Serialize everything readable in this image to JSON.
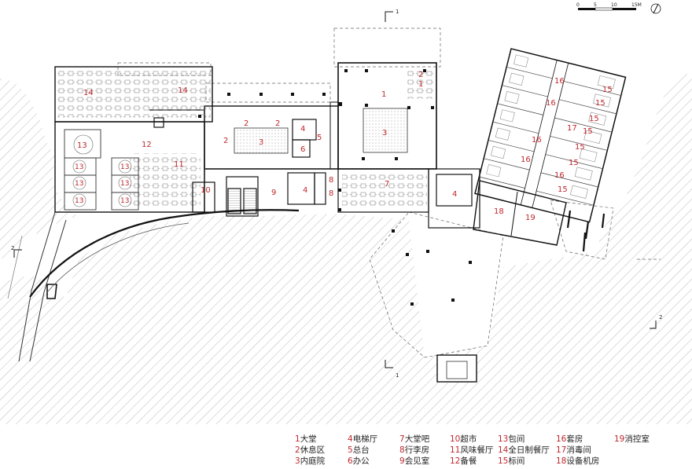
{
  "scale_bar": {
    "ticks": [
      "0",
      "5",
      "10",
      "15M"
    ]
  },
  "section_markers": [
    {
      "id": "sec-1-top",
      "label": "1"
    },
    {
      "id": "sec-1-bottom",
      "label": "1"
    },
    {
      "id": "sec-2-left",
      "label": "2"
    },
    {
      "id": "sec-2-right",
      "label": "2"
    }
  ],
  "room_labels": [
    {
      "id": "r1a",
      "num": "1"
    },
    {
      "id": "r1b",
      "num": "1"
    },
    {
      "id": "r2a",
      "num": "2"
    },
    {
      "id": "r2b",
      "num": "2"
    },
    {
      "id": "r2c",
      "num": "2"
    },
    {
      "id": "r2d",
      "num": "2"
    },
    {
      "id": "r3a",
      "num": "3"
    },
    {
      "id": "r3b",
      "num": "3"
    },
    {
      "id": "r4a",
      "num": "4"
    },
    {
      "id": "r4b",
      "num": "4"
    },
    {
      "id": "r4c",
      "num": "4"
    },
    {
      "id": "r5",
      "num": "5"
    },
    {
      "id": "r6",
      "num": "6"
    },
    {
      "id": "r7",
      "num": "7"
    },
    {
      "id": "r8a",
      "num": "8"
    },
    {
      "id": "r8b",
      "num": "8"
    },
    {
      "id": "r9",
      "num": "9"
    },
    {
      "id": "r10",
      "num": "10"
    },
    {
      "id": "r11",
      "num": "11"
    },
    {
      "id": "r12",
      "num": "12"
    },
    {
      "id": "r13a",
      "num": "13"
    },
    {
      "id": "r13b",
      "num": "13"
    },
    {
      "id": "r13c",
      "num": "13"
    },
    {
      "id": "r13d",
      "num": "13"
    },
    {
      "id": "r13e",
      "num": "13"
    },
    {
      "id": "r13f",
      "num": "13"
    },
    {
      "id": "r13g",
      "num": "13"
    },
    {
      "id": "r14a",
      "num": "14"
    },
    {
      "id": "r14b",
      "num": "14"
    },
    {
      "id": "r15a",
      "num": "15"
    },
    {
      "id": "r15b",
      "num": "15"
    },
    {
      "id": "r15c",
      "num": "15"
    },
    {
      "id": "r15d",
      "num": "15"
    },
    {
      "id": "r15e",
      "num": "15"
    },
    {
      "id": "r15f",
      "num": "15"
    },
    {
      "id": "r15g",
      "num": "15"
    },
    {
      "id": "r16a",
      "num": "16"
    },
    {
      "id": "r16b",
      "num": "16"
    },
    {
      "id": "r16c",
      "num": "16"
    },
    {
      "id": "r16d",
      "num": "16"
    },
    {
      "id": "r16e",
      "num": "16"
    },
    {
      "id": "r17",
      "num": "17"
    },
    {
      "id": "r18",
      "num": "18"
    },
    {
      "id": "r19",
      "num": "19"
    }
  ],
  "legend": [
    {
      "num": "1",
      "label": "大堂"
    },
    {
      "num": "2",
      "label": "休息区"
    },
    {
      "num": "3",
      "label": "内庭院"
    },
    {
      "num": "4",
      "label": "电梯厅"
    },
    {
      "num": "5",
      "label": "总台"
    },
    {
      "num": "6",
      "label": "办公"
    },
    {
      "num": "7",
      "label": "大堂吧"
    },
    {
      "num": "8",
      "label": "行李房"
    },
    {
      "num": "9",
      "label": "会见室"
    },
    {
      "num": "10",
      "label": "超市"
    },
    {
      "num": "11",
      "label": "风味餐厅"
    },
    {
      "num": "12",
      "label": "备餐"
    },
    {
      "num": "13",
      "label": "包间"
    },
    {
      "num": "14",
      "label": "全日制餐厅"
    },
    {
      "num": "15",
      "label": "标间"
    },
    {
      "num": "16",
      "label": "套房"
    },
    {
      "num": "17",
      "label": "消毒间"
    },
    {
      "num": "18",
      "label": "设备机房"
    },
    {
      "num": "19",
      "label": "消控室"
    }
  ]
}
